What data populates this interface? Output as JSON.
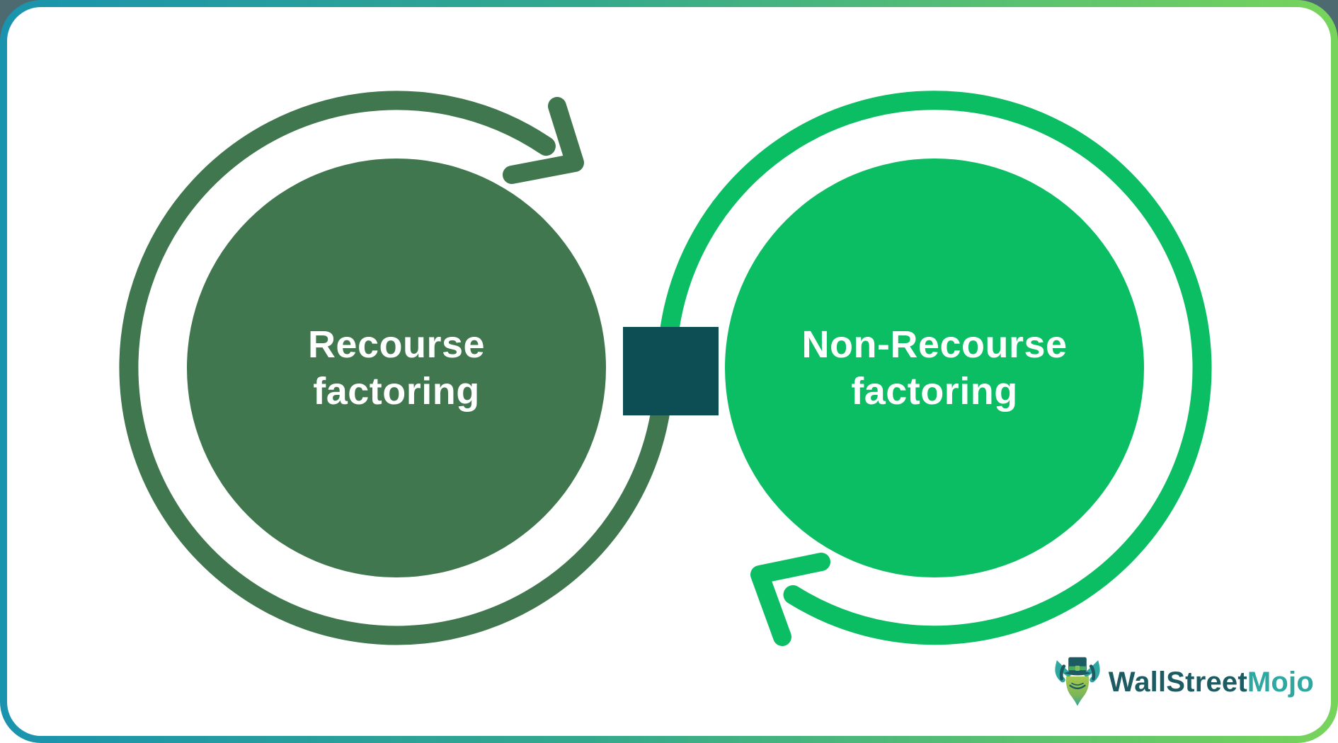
{
  "canvas": {
    "background": "#ffffff",
    "top_corner_background": "#4d6a70",
    "border_gradient_start": "#1a93ae",
    "border_gradient_end": "#77d45b"
  },
  "left_circle": {
    "line1": "Recourse",
    "line2": "factoring",
    "fill": "#41774e",
    "text_color": "#ffffff",
    "arrow_icon": "clockwise-arrow-ring-icon"
  },
  "right_circle": {
    "line1": "Non-Recourse",
    "line2": "factoring",
    "fill": "#0bbd63",
    "text_color": "#ffffff",
    "arrow_icon": "clockwise-arrow-ring-icon"
  },
  "connector": {
    "fill": "#0d4e55"
  },
  "logo": {
    "brand_part1": "WallStreet",
    "brand_part2": "Mojo",
    "part1_color": "#1c5b62",
    "part2_color": "#2fa8a2",
    "icon": "wallstreetmojo-bull-icon"
  }
}
